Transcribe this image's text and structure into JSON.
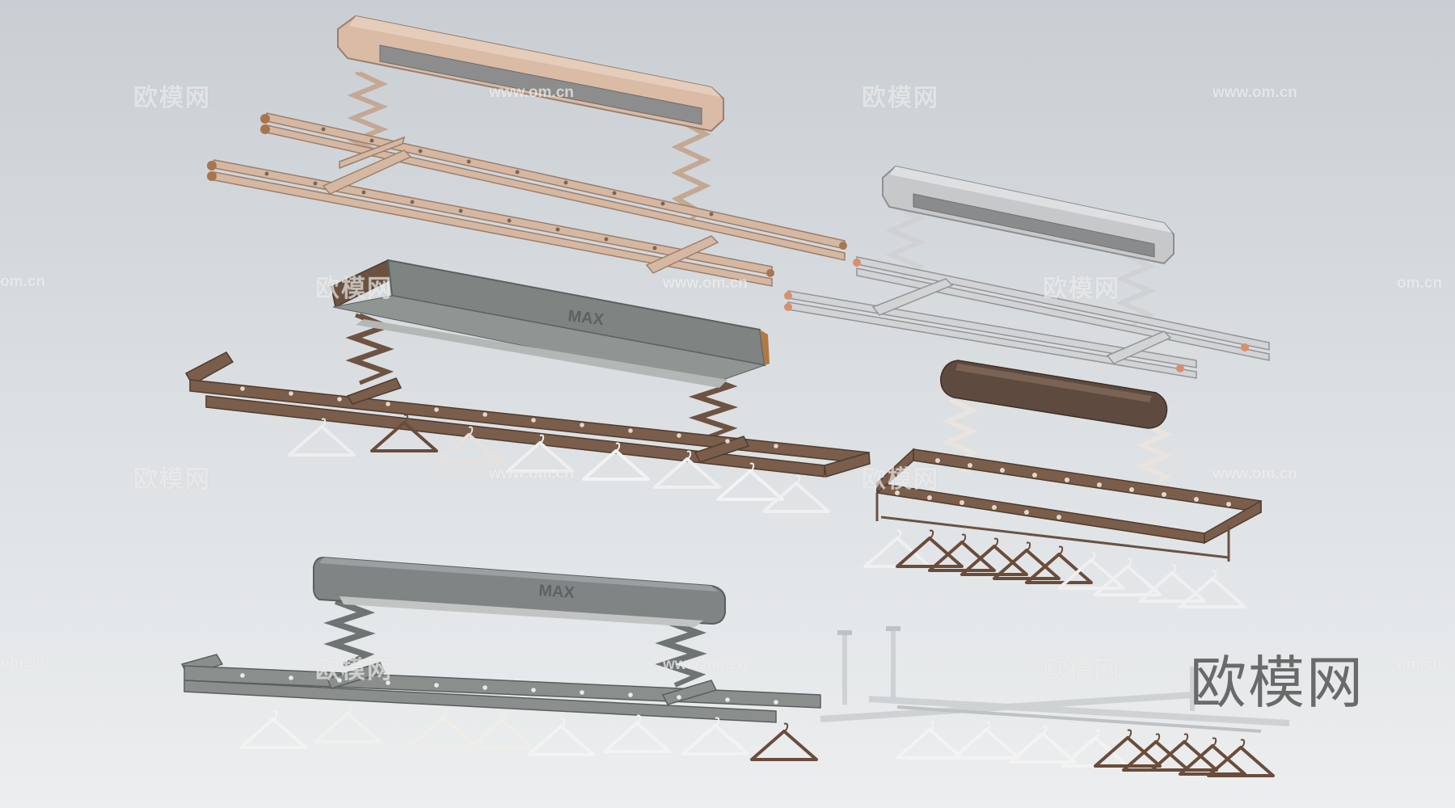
{
  "watermark": {
    "cn": "欧模网",
    "url": "www.om.cn",
    "url_partial": "om.cn"
  },
  "logo": "欧模网",
  "products": [
    {
      "name": "champagne-rack",
      "color": "#d3b59f"
    },
    {
      "name": "max-brown-rack",
      "label": "MAX",
      "color": "#6b5240"
    },
    {
      "name": "max-grey-rack",
      "label": "MAX",
      "color": "#7f8584"
    },
    {
      "name": "silver-rack",
      "color": "#c8c9cb"
    },
    {
      "name": "cylinder-brown-rack",
      "color": "#5e4a3e"
    },
    {
      "name": "fixed-pole-rack",
      "color": "#cfd2d5"
    }
  ]
}
